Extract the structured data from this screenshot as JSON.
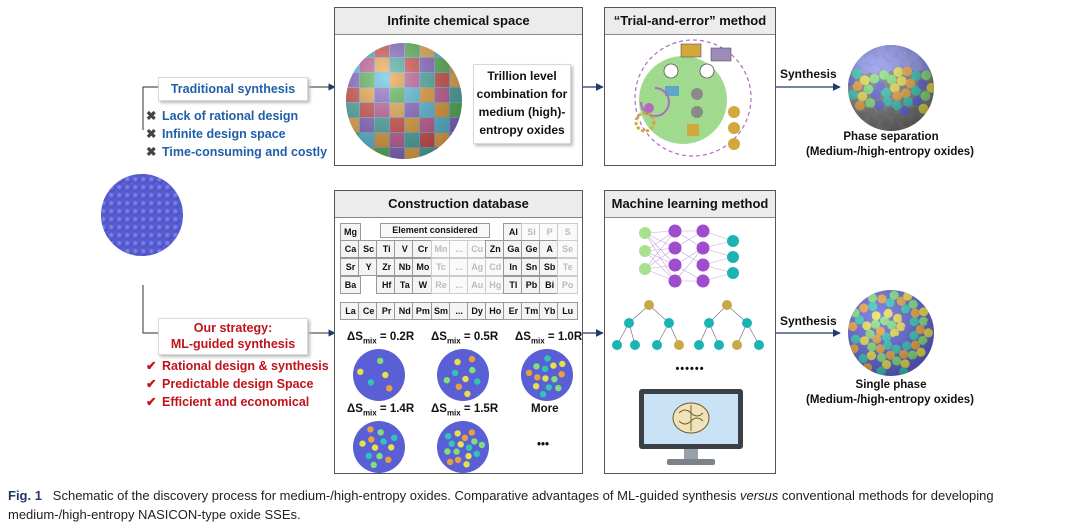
{
  "left": {
    "traditional_label": "Traditional synthesis",
    "traditional_points": [
      "Lack of rational design",
      "Infinite design space",
      "Time-consuming and costly"
    ],
    "strategy_label_line1": "Our strategy:",
    "strategy_label_line2": "ML-guided synthesis",
    "strategy_points": [
      "Rational design & synthesis",
      "Predictable design Space",
      "Efficient and economical"
    ]
  },
  "panels": {
    "chemical_space_title": "Infinite chemical space",
    "chemical_space_text": [
      "Trillion level",
      "combination for",
      "medium (high)-",
      "entropy oxides"
    ],
    "trial_title": "“Trial-and-error” method",
    "database_title": "Construction database",
    "element_considered": "Element considered",
    "ml_title": "Machine learning method",
    "ml_dots": "••••••"
  },
  "periodic_table": {
    "rows": [
      [
        {
          "t": "Mg",
          "c": 0,
          "d": false
        },
        {
          "t": "Al",
          "c": 9,
          "d": false
        },
        {
          "t": "Si",
          "c": 10,
          "d": true
        },
        {
          "t": "P",
          "c": 11,
          "d": true
        },
        {
          "t": "S",
          "c": 12,
          "d": true
        }
      ],
      [
        {
          "t": "Ca",
          "c": 0,
          "d": false
        },
        {
          "t": "Sc",
          "c": 1,
          "d": false
        },
        {
          "t": "Ti",
          "c": 2,
          "d": false
        },
        {
          "t": "V",
          "c": 3,
          "d": false
        },
        {
          "t": "Cr",
          "c": 4,
          "d": false
        },
        {
          "t": "Mn",
          "c": 5,
          "d": true
        },
        {
          "t": "...",
          "c": 6,
          "d": true
        },
        {
          "t": "Cu",
          "c": 7,
          "d": true
        },
        {
          "t": "Zn",
          "c": 8,
          "d": false
        },
        {
          "t": "Ga",
          "c": 9,
          "d": false
        },
        {
          "t": "Ge",
          "c": 10,
          "d": false
        },
        {
          "t": "A",
          "c": 11,
          "d": false
        },
        {
          "t": "Se",
          "c": 12,
          "d": true
        }
      ],
      [
        {
          "t": "Sr",
          "c": 0,
          "d": false
        },
        {
          "t": "Y",
          "c": 1,
          "d": false
        },
        {
          "t": "Zr",
          "c": 2,
          "d": false
        },
        {
          "t": "Nb",
          "c": 3,
          "d": false
        },
        {
          "t": "Mo",
          "c": 4,
          "d": false
        },
        {
          "t": "Tc",
          "c": 5,
          "d": true
        },
        {
          "t": "...",
          "c": 6,
          "d": true
        },
        {
          "t": "Ag",
          "c": 7,
          "d": true
        },
        {
          "t": "Cd",
          "c": 8,
          "d": true
        },
        {
          "t": "In",
          "c": 9,
          "d": false
        },
        {
          "t": "Sn",
          "c": 10,
          "d": false
        },
        {
          "t": "Sb",
          "c": 11,
          "d": false
        },
        {
          "t": "Te",
          "c": 12,
          "d": true
        }
      ],
      [
        {
          "t": "Ba",
          "c": 0,
          "d": false
        },
        {
          "t": "Hf",
          "c": 2,
          "d": false
        },
        {
          "t": "Ta",
          "c": 3,
          "d": false
        },
        {
          "t": "W",
          "c": 4,
          "d": false
        },
        {
          "t": "Re",
          "c": 5,
          "d": true
        },
        {
          "t": "...",
          "c": 6,
          "d": true
        },
        {
          "t": "Au",
          "c": 7,
          "d": true
        },
        {
          "t": "Hg",
          "c": 8,
          "d": true
        },
        {
          "t": "Tl",
          "c": 9,
          "d": false
        },
        {
          "t": "Pb",
          "c": 10,
          "d": false
        },
        {
          "t": "Bi",
          "c": 11,
          "d": false
        },
        {
          "t": "Po",
          "c": 12,
          "d": true
        }
      ],
      [
        {
          "t": "La",
          "c": 0,
          "d": false
        },
        {
          "t": "Ce",
          "c": 1,
          "d": false
        },
        {
          "t": "Pr",
          "c": 2,
          "d": false
        },
        {
          "t": "Nd",
          "c": 3,
          "d": false
        },
        {
          "t": "Pm",
          "c": 4,
          "d": false
        },
        {
          "t": "Sm",
          "c": 5,
          "d": false
        },
        {
          "t": "...",
          "c": 6,
          "d": false
        },
        {
          "t": "Dy",
          "c": 7,
          "d": false
        },
        {
          "t": "Ho",
          "c": 8,
          "d": false
        },
        {
          "t": "Er",
          "c": 9,
          "d": false
        },
        {
          "t": "Tm",
          "c": 10,
          "d": false
        },
        {
          "t": "Yb",
          "c": 11,
          "d": false
        },
        {
          "t": "Lu",
          "c": 12,
          "d": false
        }
      ]
    ]
  },
  "entropy": {
    "labels": [
      {
        "pre": "ΔS",
        "sub": "mix",
        "post": " = 0.2R"
      },
      {
        "pre": "ΔS",
        "sub": "mix",
        "post": " = 0.5R"
      },
      {
        "pre": "ΔS",
        "sub": "mix",
        "post": " = 1.0R"
      },
      {
        "pre": "ΔS",
        "sub": "mix",
        "post": " = 1.4R"
      },
      {
        "pre": "ΔS",
        "sub": "mix",
        "post": " = 1.5R"
      }
    ],
    "more": "More",
    "ellipsis": "•••"
  },
  "right": {
    "synthesis_top": "Synthesis",
    "phase_sep_line1": "Phase separation",
    "phase_sep_line2": "(Medium-/high-entropy oxides)",
    "synthesis_bottom": "Synthesis",
    "single_line1": "Single phase",
    "single_line2": "(Medium-/high-entropy oxides)"
  },
  "caption": {
    "label": "Fig. 1",
    "text_1": "Schematic of the discovery process for medium-/high-entropy oxides. Comparative advantages of ML-guided synthesis ",
    "italic": "versus",
    "text_2": " conventional methods for developing medium-/high-entropy NASICON-type oxide SSEs."
  },
  "colors": {
    "blue_text": "#1f5fa8",
    "red_text": "#c0131a",
    "sphere_blue": "#5a5fd6",
    "arrow": "#1f3a6b"
  }
}
